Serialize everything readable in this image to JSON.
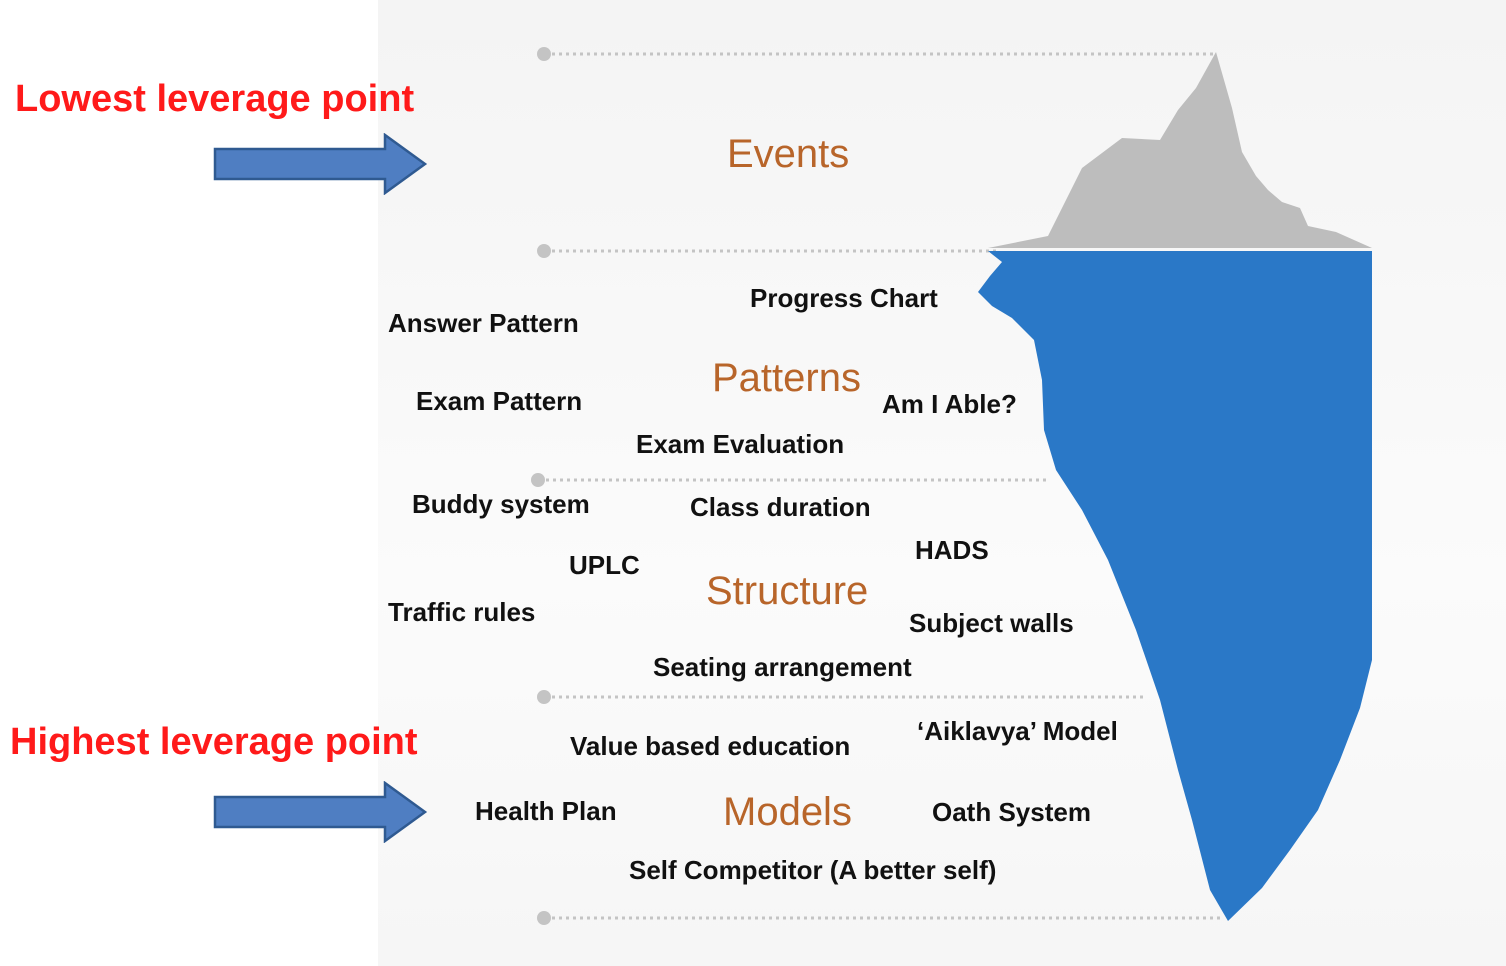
{
  "leverage": {
    "lowest": "Lowest leverage point",
    "highest": "Highest leverage point"
  },
  "levels": {
    "events": "Events",
    "patterns": "Patterns",
    "structure": "Structure",
    "models": "Models"
  },
  "items": {
    "progress_chart": "Progress Chart",
    "answer_pattern": "Answer Pattern",
    "exam_pattern": "Exam Pattern",
    "am_i_able": "Am I Able?",
    "exam_evaluation": "Exam Evaluation",
    "buddy_system": "Buddy system",
    "class_duration": "Class duration",
    "hads": "HADS",
    "uplc": "UPLC",
    "traffic_rules": "Traffic rules",
    "subject_walls": "Subject walls",
    "seating_arrangement": "Seating arrangement",
    "aiklavya_model": "‘Aiklavya’ Model",
    "value_based_education": "Value based education",
    "health_plan": "Health Plan",
    "oath_system": "Oath System",
    "self_competitor": "Self Competitor (A better self)"
  },
  "colors": {
    "leverage_text": "#ff1a1a",
    "level_text": "#b8652a",
    "iceberg_tip": "#bdbdbd",
    "iceberg_body": "#2a78c7",
    "arrow_fill": "#4f7ec2",
    "arrow_stroke": "#2f5a91"
  }
}
